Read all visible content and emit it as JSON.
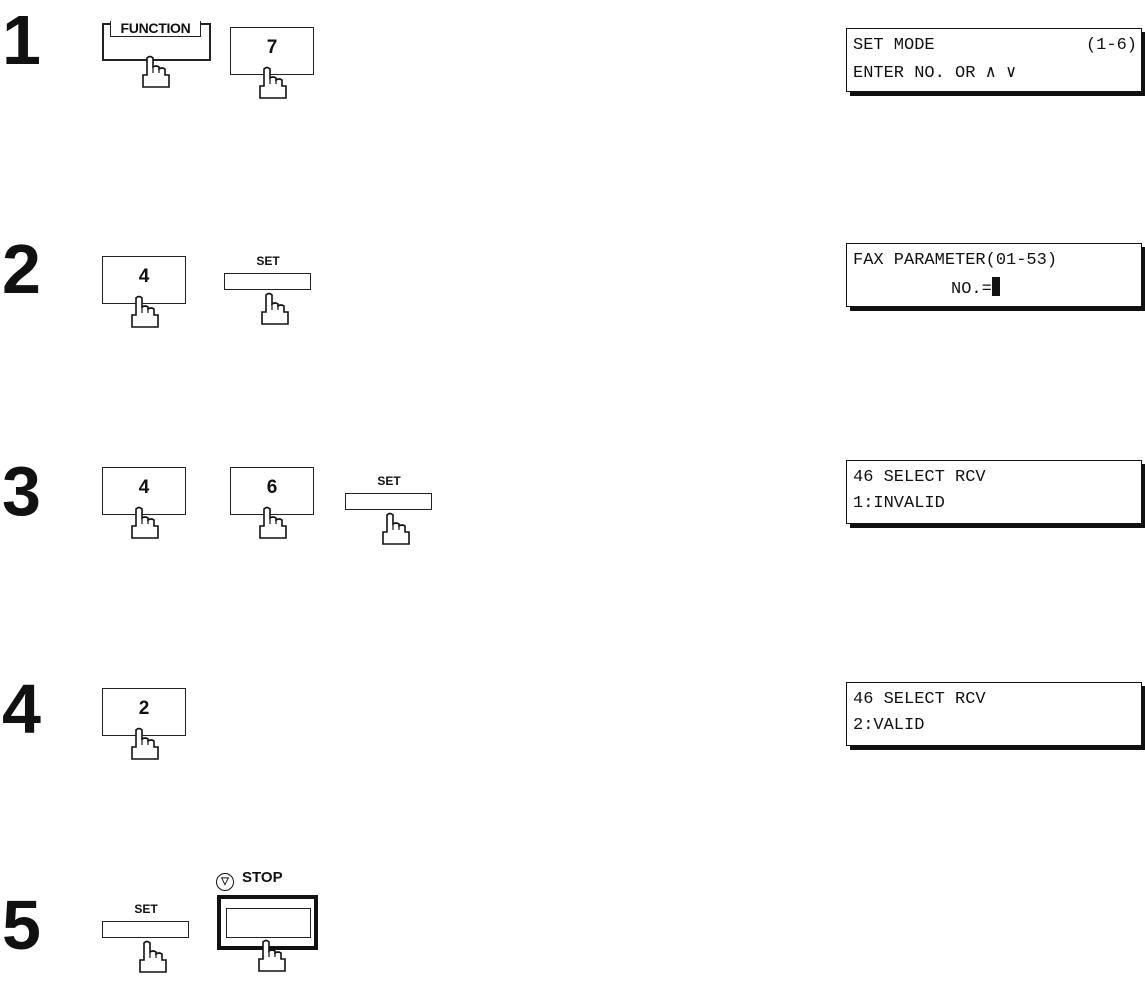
{
  "steps": [
    {
      "number": "1",
      "keys": {
        "function": "FUNCTION",
        "digit": "7"
      },
      "display": {
        "line1": "SET MODE",
        "line1_right": "(1-6)",
        "line2": "ENTER NO. OR ∧ ∨"
      }
    },
    {
      "number": "2",
      "keys": {
        "digit": "4",
        "set": "SET"
      },
      "display": {
        "line1": "FAX PARAMETER(01-53)",
        "line2": "NO.="
      }
    },
    {
      "number": "3",
      "keys": {
        "digit1": "4",
        "digit2": "6",
        "set": "SET"
      },
      "display": {
        "line1": "46 SELECT RCV",
        "line2": "1:INVALID"
      }
    },
    {
      "number": "4",
      "keys": {
        "digit": "2"
      },
      "display": {
        "line1": "46 SELECT RCV",
        "line2": "2:VALID"
      }
    },
    {
      "number": "5",
      "keys": {
        "set": "SET",
        "stop": "STOP"
      }
    }
  ],
  "icons": {
    "press": "pointing-hand-icon",
    "stop": "stop-symbol-icon"
  }
}
